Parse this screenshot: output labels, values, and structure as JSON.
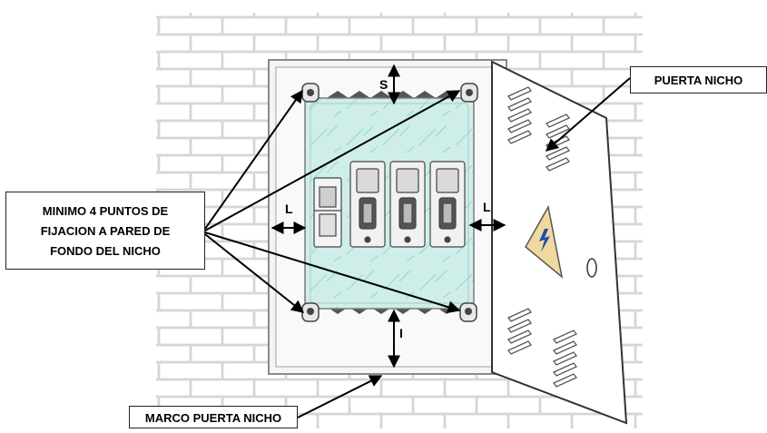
{
  "labels": {
    "puerta_nicho": "PUERTA NICHO",
    "marco_puerta_nicho": "MARCO PUERTA NICHO",
    "fixation_points": [
      "MINIMO 4 PUNTOS DE",
      "FIJACION A PARED DE",
      "FONDO DEL NICHO"
    ]
  },
  "dimensions": {
    "top_gap": "S",
    "bottom_gap": "I",
    "left_gap": "L",
    "right_gap": "L"
  },
  "colors": {
    "brick_mortar": "#e4e4e4",
    "brick": "#ffffff",
    "frame": "#f2f2f2",
    "panel": "#cdeeea",
    "door": "#ffffff",
    "warning_sign": "#f0d9a0"
  },
  "icons": {
    "warning": "high-voltage-warning-icon"
  }
}
